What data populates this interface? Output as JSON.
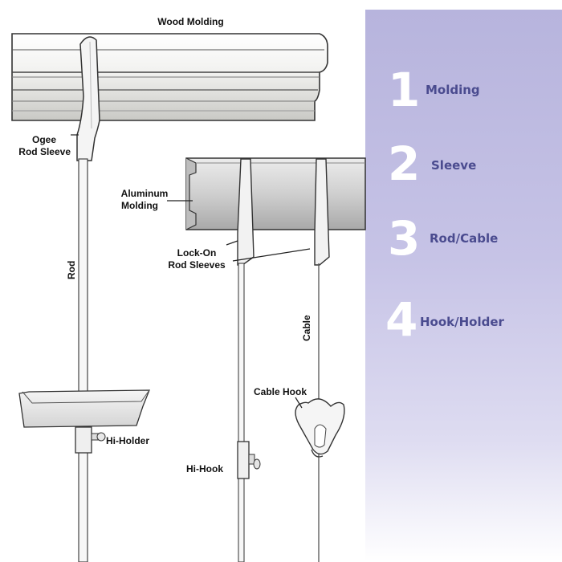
{
  "labels": {
    "wood_molding": "Wood Molding",
    "ogee_line1": "Ogee",
    "ogee_line2": "Rod Sleeve",
    "aluminum_line1": "Aluminum",
    "aluminum_line2": "Molding",
    "lockon_line1": "Lock-On",
    "lockon_line2": "Rod Sleeves",
    "rod": "Rod",
    "cable": "Cable",
    "cable_hook": "Cable Hook",
    "hi_holder": "Hi-Holder",
    "hi_hook": "Hi-Hook"
  },
  "steps": [
    {
      "number": "1",
      "label": "Molding"
    },
    {
      "number": "2",
      "label": "Sleeve"
    },
    {
      "number": "3",
      "label": "Rod/Cable"
    },
    {
      "number": "4",
      "label": "Hook/Holder"
    }
  ],
  "colors": {
    "panel_top": "#b7b4dd",
    "panel_text": "#4a4b8f",
    "panel_number": "#ffffff",
    "line": "#222222"
  }
}
